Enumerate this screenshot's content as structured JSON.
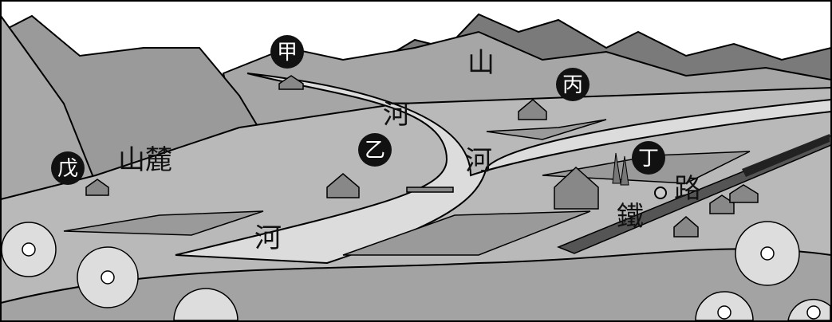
{
  "markers": {
    "jia": "甲",
    "yi": "乙",
    "bing": "丙",
    "ding": "丁",
    "wu": "戊"
  },
  "labels": {
    "mountain": "山",
    "piedmont": "山麓",
    "river": "河",
    "rail_1": "鐵",
    "rail_2": "路"
  },
  "colors": {
    "mountain_back": "#7a7a7a",
    "mountain": "#a6a6a6",
    "ground": "#b9b9b9",
    "river": "#dcdcdc",
    "field": "#9a9a9a",
    "marker": "#111111"
  }
}
